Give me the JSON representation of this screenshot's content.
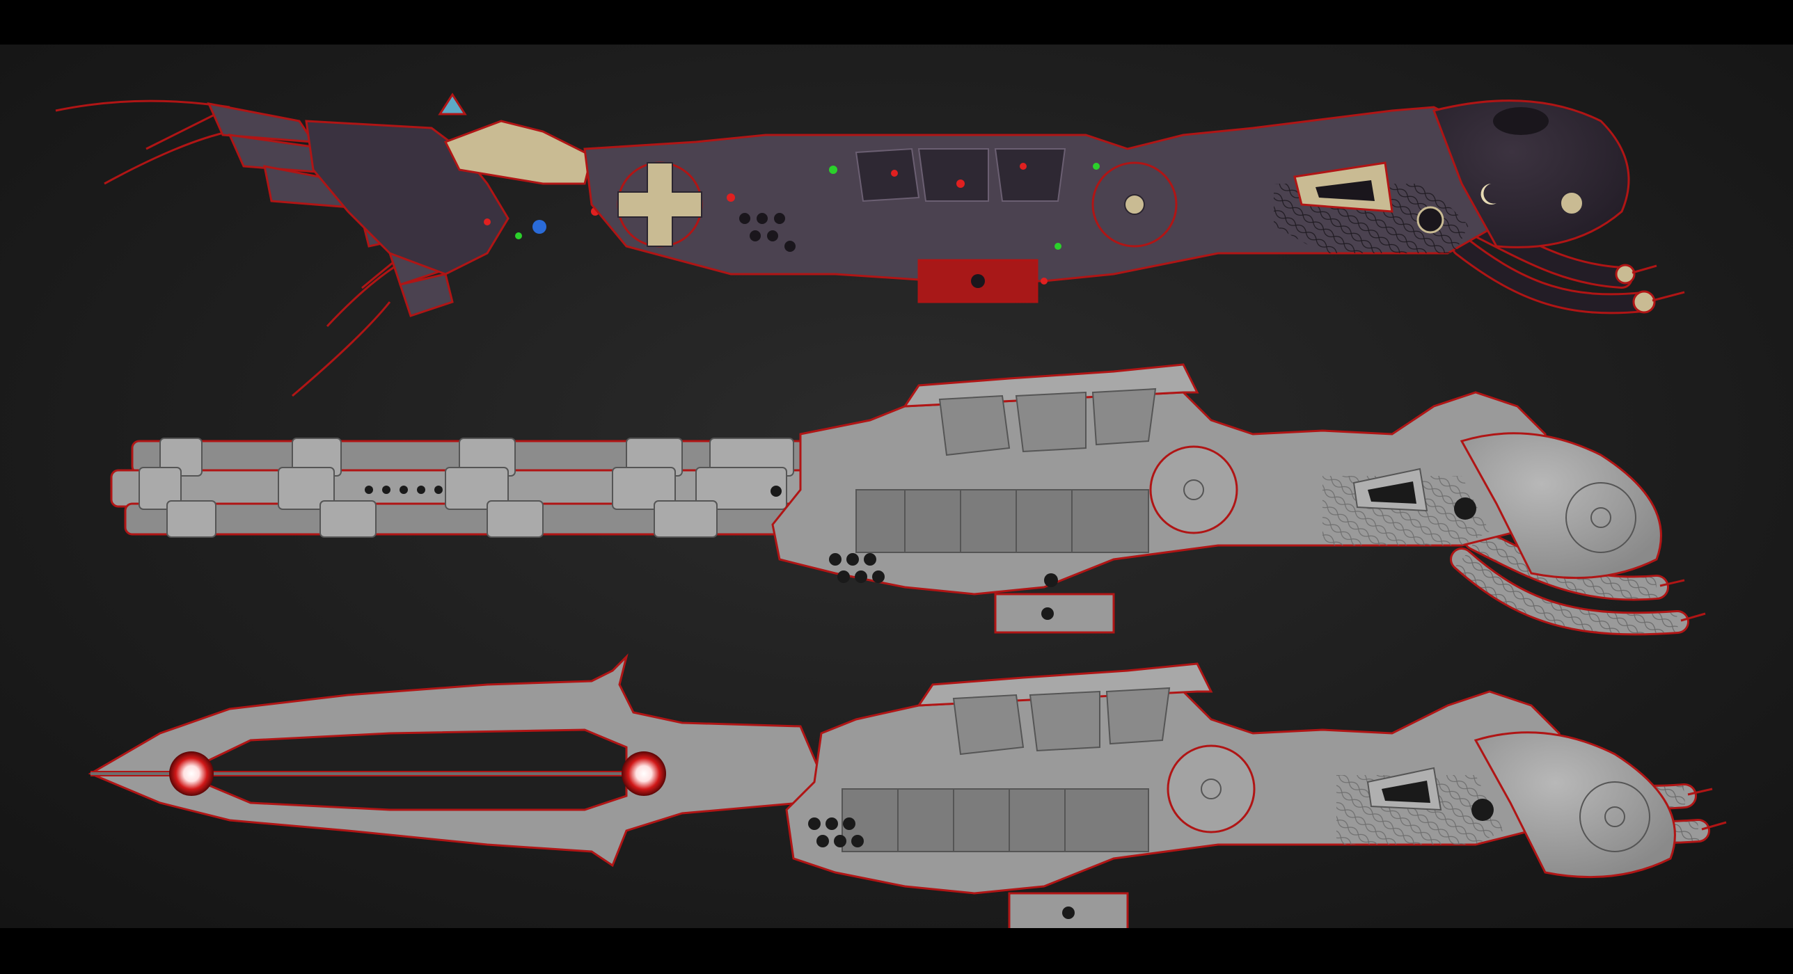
{
  "palette": {
    "background": "#1f1f1f",
    "letterbox": "#000000",
    "outline_red": "#b01515",
    "arm_purple": "#4b4250",
    "arm_dark": "#2b2530",
    "bone_beige": "#c9bb93",
    "cannon_gray": "#9a9a9a",
    "cannon_light": "#b3b3b3",
    "cannon_dark": "#6e6e6e",
    "glow_core": "#ffffff",
    "glow_red": "#d01818",
    "light_red": "#e02020",
    "light_green": "#2bd12b",
    "light_blue": "#2a6bd8",
    "crescent": "#e7dbb4"
  },
  "variants": [
    {
      "id": "claw-arm",
      "description_icon": "claw-icon"
    },
    {
      "id": "gatling-cannon",
      "description_icon": "gatling-icon"
    },
    {
      "id": "blade-arm",
      "description_icon": "blade-icon"
    }
  ]
}
